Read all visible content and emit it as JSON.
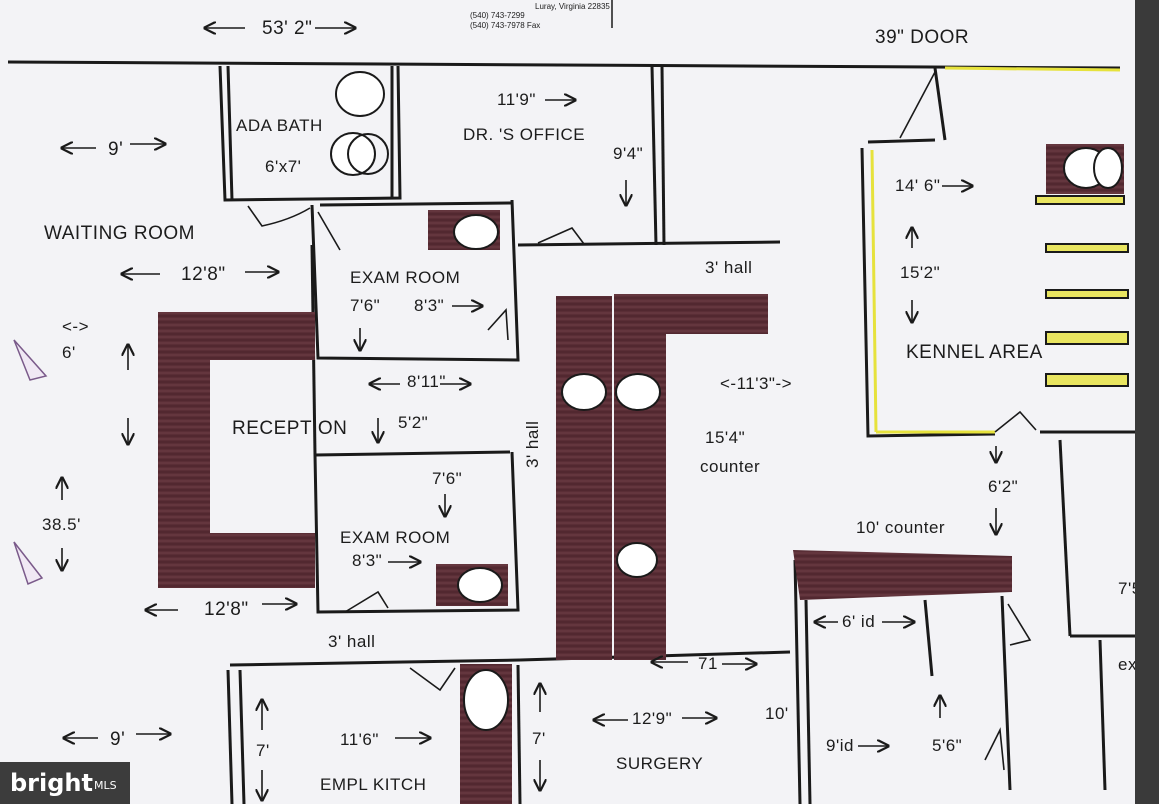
{
  "header": {
    "company_phone": "(540) 743-7299",
    "company_fax": "(540) 743-7978 Fax",
    "company_city": "Luray, Virginia 22835",
    "overall_width": "53' 2\"",
    "door_note": "39\" DOOR"
  },
  "rooms": {
    "ada_bath": "ADA BATH",
    "drs_office": "DR. 'S OFFICE",
    "waiting_room": "WAITING ROOM",
    "exam_room_1": "EXAM ROOM",
    "reception": "RECEPTION",
    "exam_room_2": "EXAM ROOM",
    "kennel_area": "KENNEL AREA",
    "empl_kitch": "EMPL KITCH",
    "surgery": "SURGERY",
    "counter_15": "counter",
    "counter_10": "10' counter",
    "hall_1": "3' hall",
    "hall_2": "3' hall",
    "hall_3": "3' hall",
    "exit": "exis"
  },
  "dimensions": {
    "waiting_9": "9'",
    "bath_6x7": "6'x7'",
    "office_11_9": "11'9\"",
    "office_9_4": "9'4\"",
    "kennel_14_6": "14' 6\"",
    "kennel_15_2": "15'2\"",
    "waiting_12_8": "12'8\"",
    "exam1_7_6": "7'6\"",
    "exam1_8_3": "8'3\"",
    "arrow_6": "<->",
    "left_6": "6'",
    "recep_8_11": "8'11\"",
    "recep_5_2": "5'2\"",
    "mid_11_3": "<-11'3\"->",
    "counter_15_4": "15'4\"",
    "kennel_6_2": "6'2\"",
    "left_38_5": "38.5'",
    "exam2_7_6": "7'6\"",
    "exam2_8_3": "8'3\"",
    "bottom_12_8": "12'8\"",
    "id_6": "6' id",
    "right_7_5": "7'5",
    "surg_71": "71",
    "bottom_9": "9'",
    "kitch_7a": "7'",
    "kitch_11_6": "11'6\"",
    "kitch_7b": "7'",
    "surg_12_9": "12'9\"",
    "surg_10": "10'",
    "id_9": "9'id",
    "right_5_6": "5'6\""
  },
  "watermark": {
    "brand": "bright",
    "suffix": "MLS"
  },
  "colors": {
    "paper": "#f3f3f6",
    "line": "#1a1a1a",
    "counter": "#5a2e36",
    "accent": "#e6e23c"
  }
}
